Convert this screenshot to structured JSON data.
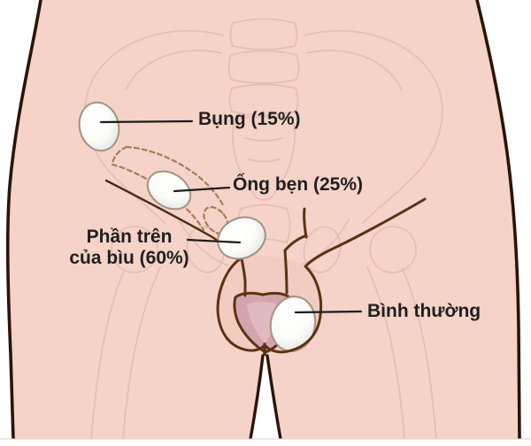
{
  "diagram": {
    "labels": {
      "abdomen": "Bụng (15%)",
      "inguinal_canal": "Ống bẹn (25%)",
      "upper_scrotum_line1": "Phần trên",
      "upper_scrotum_line2": "của bìu (60%)",
      "normal": "Bình thường"
    },
    "positions": [
      {
        "id": "abdomen",
        "label": "Bụng (15%)",
        "percent": 15
      },
      {
        "id": "inguinal-canal",
        "label": "Ống bẹn (25%)",
        "percent": 25
      },
      {
        "id": "upper-scrotum",
        "label": "Phần trên của bìu (60%)",
        "percent": 60
      },
      {
        "id": "normal-scrotum",
        "label": "Bình thường",
        "percent": null
      }
    ],
    "colors": {
      "background": "#ffffff",
      "skin": "#f5d3c8",
      "scrotum_skin": "#f3ccc1",
      "bone_sketch_line": "#e6bcaf",
      "body_outline": "#2b1409",
      "anatomy_outline": "#5b3214",
      "inguinal_crease": "#4a2d13",
      "canal_dash": "#a97c55",
      "testis_fill": "#ffffff",
      "testis_shade": "#d9ded9",
      "testis_outline": "#a29382",
      "glans_fill": "#d4a4ae",
      "glans_inner": "#e0bac1",
      "leader_line": "#1c1c1c",
      "label_text": "#1f1f1f"
    }
  }
}
